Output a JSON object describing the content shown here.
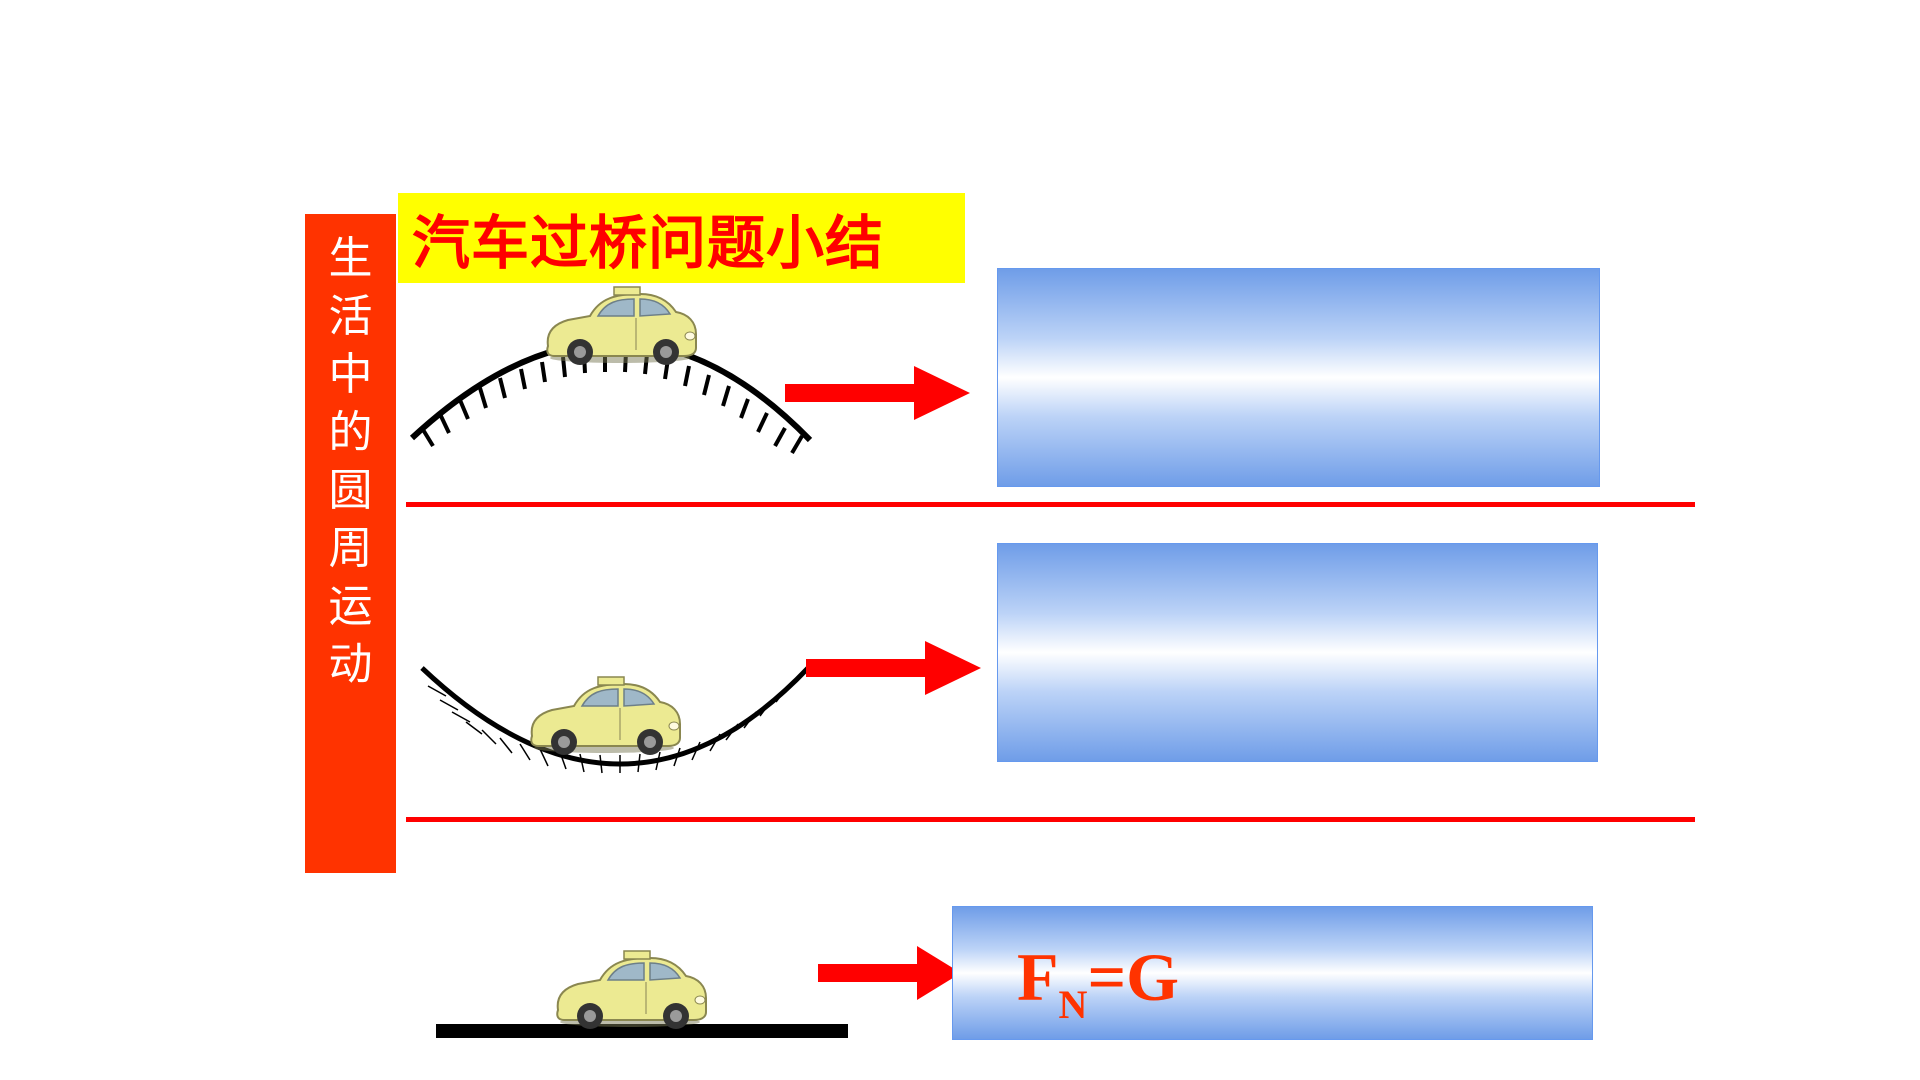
{
  "side_label": [
    "生",
    "活",
    "中",
    "的",
    "圆",
    "周",
    "运",
    "动"
  ],
  "title": "汽车过桥问题小结",
  "cases": [
    {
      "name": "convex-bridge",
      "result": ""
    },
    {
      "name": "concave-bridge",
      "result": ""
    },
    {
      "name": "flat-road",
      "formula_main": "F",
      "formula_sub": "N",
      "formula_rest": "=G"
    }
  ],
  "colors": {
    "side_bar": "#ff3300",
    "title_bg": "#ffff00",
    "title_text": "#ff0000",
    "divider": "#ff0000",
    "arrow": "#ff0000",
    "box_edge": "#6f9de8",
    "formula": "#ff3300",
    "car_body": "#ecea92"
  },
  "icons": [
    "car-icon",
    "arrow-right-icon"
  ]
}
